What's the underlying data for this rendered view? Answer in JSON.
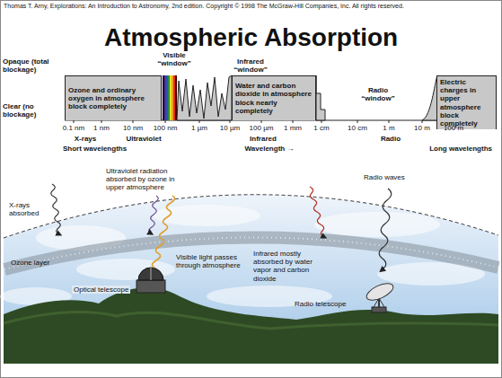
{
  "diagram": {
    "title": "Atmospheric Absorption",
    "nodes": [
      {
        "text": [
          "Ozone and ordinary oxygen in atmosphere block completely"
        ]
      },
      {
        "text": [
          "Water and carbon dioxide in atmosphere block nearly completely"
        ]
      },
      {
        "text": [
          "Electric charges in upper atmosphere block completely"
        ]
      }
    ],
    "labels": [
      "Thomas T. Arny, Explorations: An Introduction to Astronomy, 2nd edition. Copyright © 1998 The McGraw-Hill Companies, Inc. All rights reserved.",
      "Opaque (total blockage)",
      "Clear (no blockage)",
      "Visible “window”",
      "Infrared “window”",
      "Radio “window”",
      "0.1 nm",
      "1 nm",
      "10 nm",
      "100 nm",
      "1 µm",
      "10 µm",
      "100 µm",
      "1 mm",
      "1 cm",
      "10 cm",
      "1 m",
      "10 m",
      "100 m",
      "X-rays",
      "Ultraviolet",
      "Infrared",
      "Radio",
      "Short wavelengths",
      "Wavelength →",
      "Long wavelengths",
      "Ultraviolet radiation absorbed by ozone in upper atmosphere",
      "X-rays absorbed",
      "Ozone layer",
      "Visible light passes through atmosphere",
      "Optical telescope",
      "Infrared mostly absorbed by water vapor and carbon dioxide",
      "Radio telescope",
      "Radio waves"
    ]
  }
}
